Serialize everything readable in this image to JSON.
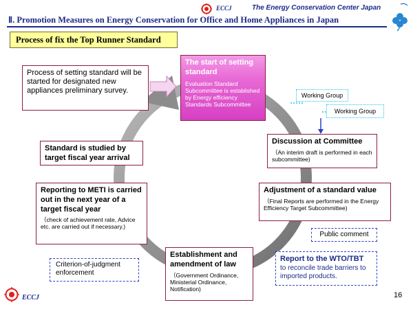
{
  "header": {
    "logo_text": "ECCJ",
    "org_name": "The Energy Conservation Center Japan",
    "slide_title": "Ⅱ. Promotion Measures on Energy Conservation for Office and Home Appliances in Japan"
  },
  "subtitle": "Process of fix the Top Runner Standard",
  "boxes": {
    "survey": "Process of setting standard will be started for designated new appliances preliminary survey.",
    "start_title_1": "The start of setting",
    "start_title_2": "standard",
    "start_body": "Evaluation Standard Subcommittee is established by Energy efficiency Standards Subcommittee",
    "working_group_1": "Working Group",
    "working_group_2": "Working Group",
    "discussion_title": "Discussion at Committee",
    "discussion_body": "（An interim draft is performed in each subcommittee)",
    "adjustment_title": "Adjustment of a standard value",
    "adjustment_body": "（Final Reports are performed in the Energy Efficiency Target Subcommittee)",
    "public_comment": "Public comment",
    "wto_title": "Report to the WTO/TBT",
    "wto_body": "to reconcile trade barriers to imported products.",
    "establishment_title": "Establishment and amendment of law",
    "establishment_body": "（Government Ordinance, Ministerial Ordinance, Notification)",
    "criterion": "Criterion-of-judgment enforcement",
    "reporting_title": "Reporting to METI is carried out in the next year of a target fiscal year",
    "reporting_body": "（check of achievement rate, Advice etc. are carried out if necessary.)",
    "studied": "Standard is studied by target fiscal year arrival"
  },
  "footer": {
    "logo_text": "ECCJ",
    "page_number": "16"
  },
  "colors": {
    "navy": "#1c2a86",
    "box_border": "#8b1e3f",
    "dashed_border": "#2b3fc4",
    "cyan_border": "#19c6e8",
    "start_fill": "#e86ad6",
    "subtitle_fill": "#ffff9c",
    "cycle_arrow": "#8c8c8c"
  }
}
